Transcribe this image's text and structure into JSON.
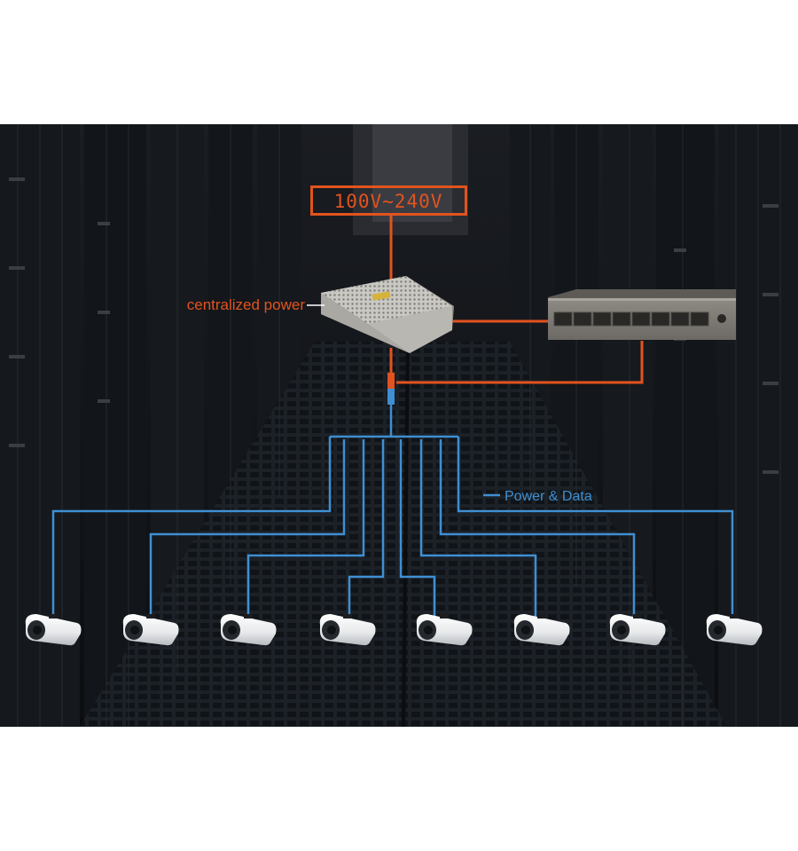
{
  "colors": {
    "power": "#e2531f",
    "data": "#3f8fd2",
    "background": "#101216",
    "page": "#ffffff"
  },
  "diagram": {
    "voltage_label": "100V~240V",
    "power_supply_label": "centralized power",
    "cable_legend_label": "Power & Data",
    "camera_count": 8,
    "switch_port_count": 8
  }
}
